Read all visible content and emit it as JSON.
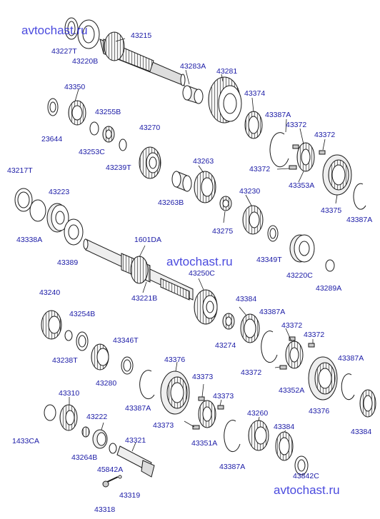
{
  "watermarks": [
    "avtochast.ru",
    "avtochast.ru",
    "avtochast.ru"
  ],
  "labels": {
    "p43227T": "43227T",
    "p43220B": "43220B",
    "p43215": "43215",
    "p43283A": "43283A",
    "p43281": "43281",
    "p43350": "43350",
    "p43374": "43374",
    "p43255B": "43255B",
    "p43387A_1": "43387A",
    "p23644": "23644",
    "p43253C": "43253C",
    "p43270": "43270",
    "p43372_1": "43372",
    "p43372_2": "43372",
    "p43239T": "43239T",
    "p43372_3": "43372",
    "p43217T": "43217T",
    "p43263": "43263",
    "p43353A": "43353A",
    "p43223": "43223",
    "p43263B": "43263B",
    "p43230": "43230",
    "p43375": "43375",
    "p43387A_2": "43387A",
    "p43338A": "43338A",
    "p43275": "43275",
    "p1601DA": "1601DA",
    "p43349T": "43349T",
    "p43389": "43389",
    "p43220C": "43220C",
    "p43250C": "43250C",
    "p43289A": "43289A",
    "p43221B": "43221B",
    "p43240": "43240",
    "p43384_1": "43384",
    "p43387A_3": "43387A",
    "p43254B": "43254B",
    "p43372_4": "43372",
    "p43372_5": "43372",
    "p43346T": "43346T",
    "p43274": "43274",
    "p43238T": "43238T",
    "p43376_1": "43376",
    "p43387A_4": "43387A",
    "p43280": "43280",
    "p43372_6": "43372",
    "p43352A": "43352A",
    "p43373_1": "43373",
    "p43310": "43310",
    "p43373_2": "43373",
    "p43387A_5": "43387A",
    "p43376_2": "43376",
    "p43384_2": "43384",
    "p43222": "43222",
    "p43260": "43260",
    "p1433CA": "1433CA",
    "p43373_3": "43373",
    "p43351A": "43351A",
    "p43384_3": "43384",
    "p43321": "43321",
    "p43264B": "43264B",
    "p45842A": "45842A",
    "p43387A_6": "43387A",
    "p43842C": "43842C",
    "p43319": "43319",
    "p43318": "43318"
  }
}
